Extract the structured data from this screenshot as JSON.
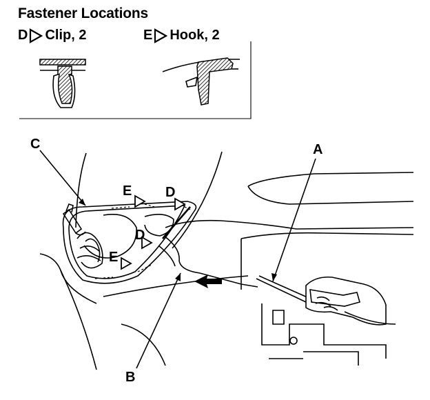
{
  "header": {
    "title": "Fastener Locations"
  },
  "legend": [
    {
      "letter": "D",
      "text": "Clip, 2"
    },
    {
      "letter": "E",
      "text": "Hook, 2"
    }
  ],
  "callouts": {
    "a": "A",
    "b": "B",
    "c": "C",
    "d1": "D",
    "d2": "D",
    "e1": "E",
    "e2": "E"
  }
}
